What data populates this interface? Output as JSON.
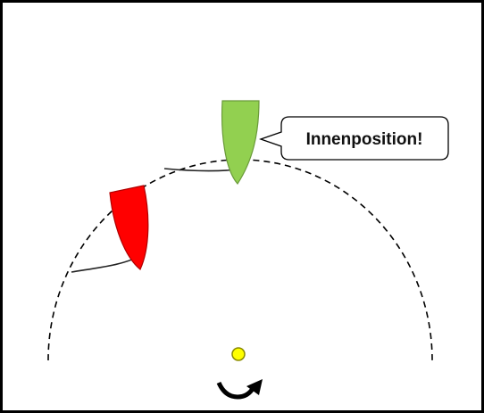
{
  "callout": {
    "text": "Innenposition!"
  },
  "boats": [
    {
      "role": "inside-boat",
      "color": "#92d050",
      "stroke": "#6a9a3a"
    },
    {
      "role": "outside-boat",
      "color": "#ff0000",
      "stroke": "#b00000"
    }
  ],
  "mark": {
    "color": "#ffff00",
    "stroke": "#8a8a00"
  },
  "colors": {
    "frame": "#000000",
    "course_line": "#000000"
  },
  "icons": [
    "rotation-arrow-icon"
  ]
}
